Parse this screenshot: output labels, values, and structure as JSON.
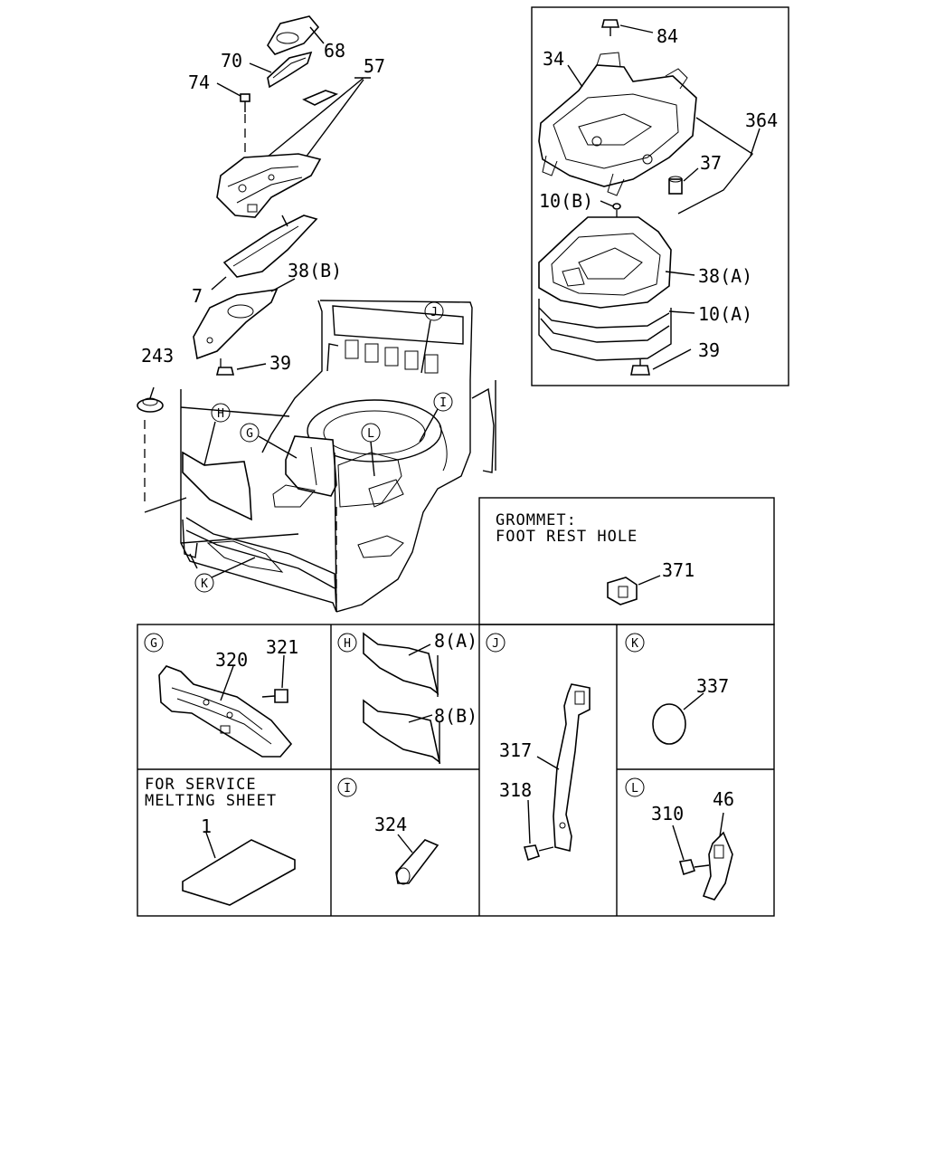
{
  "callouts": {
    "c68": "68",
    "c70": "70",
    "c57": "57",
    "c74": "74",
    "c38b": "38(B)",
    "c7": "7",
    "c243": "243",
    "c39": "39",
    "cH": "H",
    "cG": "G",
    "cJ": "J",
    "cI": "I",
    "cL": "L",
    "cK": "K"
  },
  "inset": {
    "c84": "84",
    "c34": "34",
    "c364": "364",
    "c37": "37",
    "c10b": "10(B)",
    "c38a": "38(A)",
    "c10a": "10(A)",
    "c39": "39"
  },
  "grommet": {
    "title_line1": "GROMMET:",
    "title_line2": "FOOT REST HOLE",
    "part": "371"
  },
  "panels": {
    "g": {
      "letter": "G",
      "p1": "320",
      "p2": "321"
    },
    "h": {
      "letter": "H",
      "p1": "8(A)",
      "p2": "8(B)"
    },
    "j": {
      "letter": "J",
      "p1": "317",
      "p2": "318"
    },
    "k": {
      "letter": "K",
      "p1": "337"
    },
    "service": {
      "line1": "FOR SERVICE",
      "line2": "MELTING SHEET",
      "p1": "1"
    },
    "i": {
      "letter": "I",
      "p1": "324"
    },
    "l": {
      "letter": "L",
      "p1": "310",
      "p2": "46"
    }
  }
}
